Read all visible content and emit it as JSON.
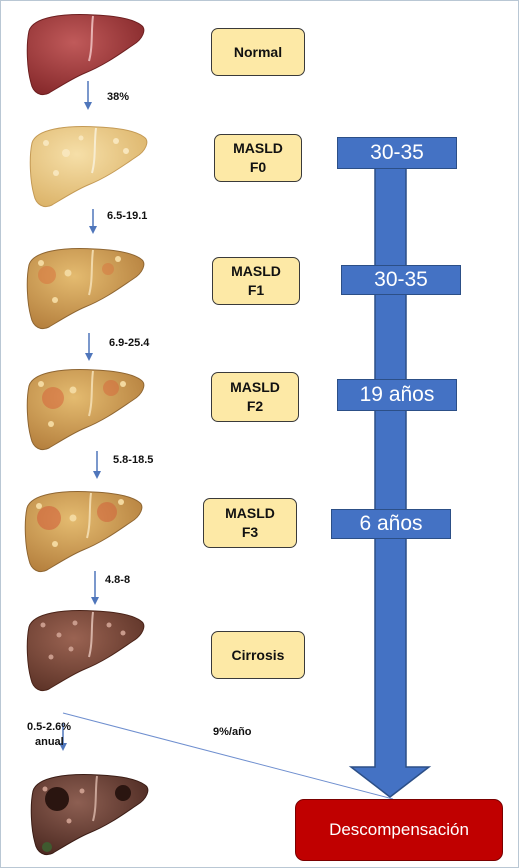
{
  "stages": [
    {
      "line1": "Normal",
      "line2": ""
    },
    {
      "line1": "MASLD",
      "line2": "F0"
    },
    {
      "line1": "MASLD",
      "line2": "F1"
    },
    {
      "line1": "MASLD",
      "line2": "F2"
    },
    {
      "line1": "MASLD",
      "line2": "F3"
    },
    {
      "line1": "Cirrosis",
      "line2": ""
    }
  ],
  "rates": [
    "38%",
    "6.5-19.1",
    "6.9-25.4",
    "5.8-18.5",
    "4.8-8"
  ],
  "hcc_rate": {
    "line1": "0.5-2.6%",
    "line2": "anual"
  },
  "decomp_rate": "9%/año",
  "timeline_labels": [
    "30-35",
    "30-35",
    "19 años",
    "6 años"
  ],
  "outcome": "Descompensación",
  "colors": {
    "stage_box": "#fde9a6",
    "timeline": "#4472c4",
    "outcome": "#c00000",
    "liver_normal": "#9e3b3b",
    "liver_fatty": "#ecca85",
    "liver_fibrotic": "#c98f48",
    "liver_cirrhotic": "#7a4a3c"
  },
  "icons": [
    "liver-normal-icon",
    "liver-steatosis-icon",
    "liver-fibrosis-icon",
    "liver-cirrhosis-icon",
    "liver-carcinoma-icon"
  ]
}
